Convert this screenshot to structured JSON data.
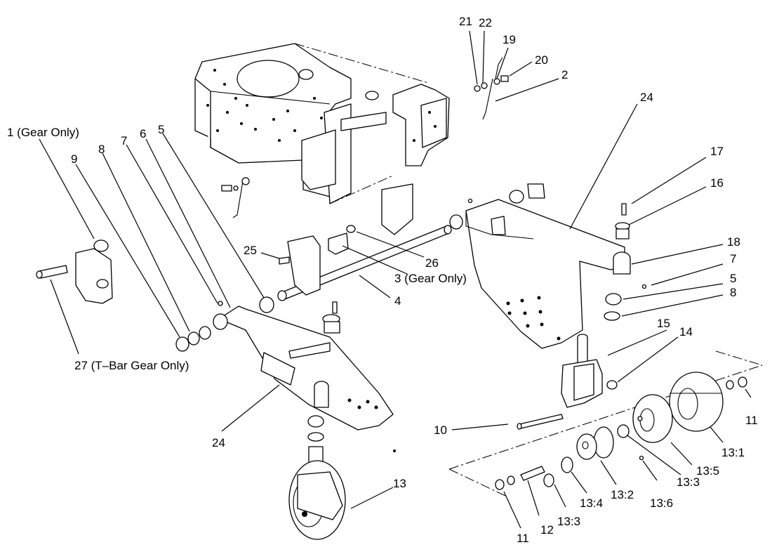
{
  "diagram": {
    "callouts": [
      {
        "id": "c21",
        "text": "21"
      },
      {
        "id": "c22",
        "text": "22"
      },
      {
        "id": "c19",
        "text": "19"
      },
      {
        "id": "c20",
        "text": "20"
      },
      {
        "id": "c2",
        "text": "2"
      },
      {
        "id": "c24a",
        "text": "24"
      },
      {
        "id": "c17",
        "text": "17"
      },
      {
        "id": "c16",
        "text": "16"
      },
      {
        "id": "c18",
        "text": "18"
      },
      {
        "id": "c7b",
        "text": "7"
      },
      {
        "id": "c5b",
        "text": "5"
      },
      {
        "id": "c8b",
        "text": "8"
      },
      {
        "id": "c15",
        "text": "15"
      },
      {
        "id": "c14",
        "text": "14"
      },
      {
        "id": "c1",
        "text": "1 (Gear Only)"
      },
      {
        "id": "c9",
        "text": "9"
      },
      {
        "id": "c8a",
        "text": "8"
      },
      {
        "id": "c7a",
        "text": "7"
      },
      {
        "id": "c6",
        "text": "6"
      },
      {
        "id": "c5a",
        "text": "5"
      },
      {
        "id": "c25",
        "text": "25"
      },
      {
        "id": "c26",
        "text": "26"
      },
      {
        "id": "c3",
        "text": "3 (Gear Only)"
      },
      {
        "id": "c4",
        "text": "4"
      },
      {
        "id": "c27",
        "text": "27 (T–Bar Gear Only)"
      },
      {
        "id": "c24b",
        "text": "24"
      },
      {
        "id": "c10",
        "text": "10"
      },
      {
        "id": "c11a",
        "text": "11"
      },
      {
        "id": "c13_1",
        "text": "13:1"
      },
      {
        "id": "c13_5",
        "text": "13:5"
      },
      {
        "id": "c13_3a",
        "text": "13:3"
      },
      {
        "id": "c13_6",
        "text": "13:6"
      },
      {
        "id": "c13_2",
        "text": "13:2"
      },
      {
        "id": "c13_4",
        "text": "13:4"
      },
      {
        "id": "c13_3b",
        "text": "13:3"
      },
      {
        "id": "c12",
        "text": "12"
      },
      {
        "id": "c11b",
        "text": "11"
      },
      {
        "id": "c13",
        "text": "13"
      }
    ]
  }
}
